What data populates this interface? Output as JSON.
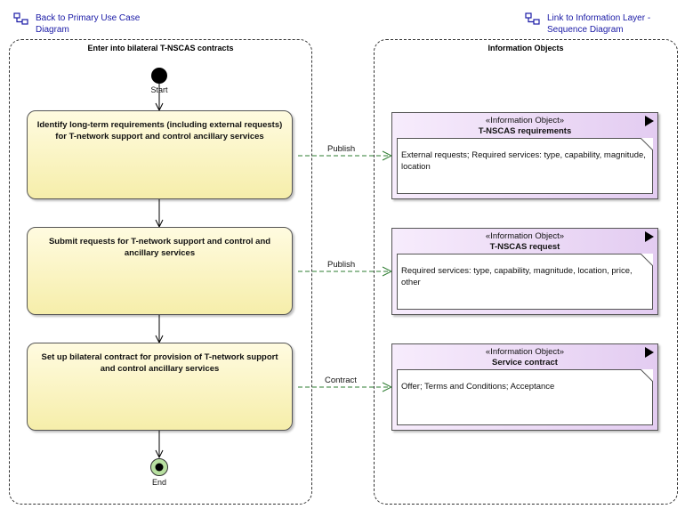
{
  "links": {
    "back": "Back to Primary Use Case Diagram",
    "info_layer": "Link to Information Layer - Sequence Diagram"
  },
  "lanes": {
    "left_title": "Enter into bilateral T-NSCAS contracts",
    "right_title": "Information Objects"
  },
  "nodes": {
    "start": "Start",
    "end": "End"
  },
  "actions": [
    {
      "label": "Identify long-term requirements (including external requests) for T-network support and control ancillary services"
    },
    {
      "label": "Submit requests for  T-network support and control and ancillary services"
    },
    {
      "label": "Set up bilateral contract for provision of T-network support and control ancillary services"
    }
  ],
  "flows": [
    {
      "label": "Publish"
    },
    {
      "label": "Publish"
    },
    {
      "label": "Contract"
    }
  ],
  "info_objects": [
    {
      "stereotype": "«Information Object»",
      "title": "T-NSCAS requirements",
      "content": "External requests; Required services: type, capability, magnitude, location"
    },
    {
      "stereotype": "«Information Object»",
      "title": "T-NSCAS request",
      "content": "Required services: type, capability, magnitude, location, price, other"
    },
    {
      "stereotype": "«Information Object»",
      "title": "Service contract",
      "content": "Offer; Terms and Conditions; Acceptance"
    }
  ],
  "colors": {
    "action_fill": "#f6eeaa",
    "info_fill": "#e3ccf1",
    "flow_line": "#2e7d32",
    "end_node": "#b8e0a0",
    "link_text": "#1a1aa6"
  },
  "icons": {
    "link": "diagram-link-icon",
    "info_marker": "triangle-marker-icon"
  }
}
